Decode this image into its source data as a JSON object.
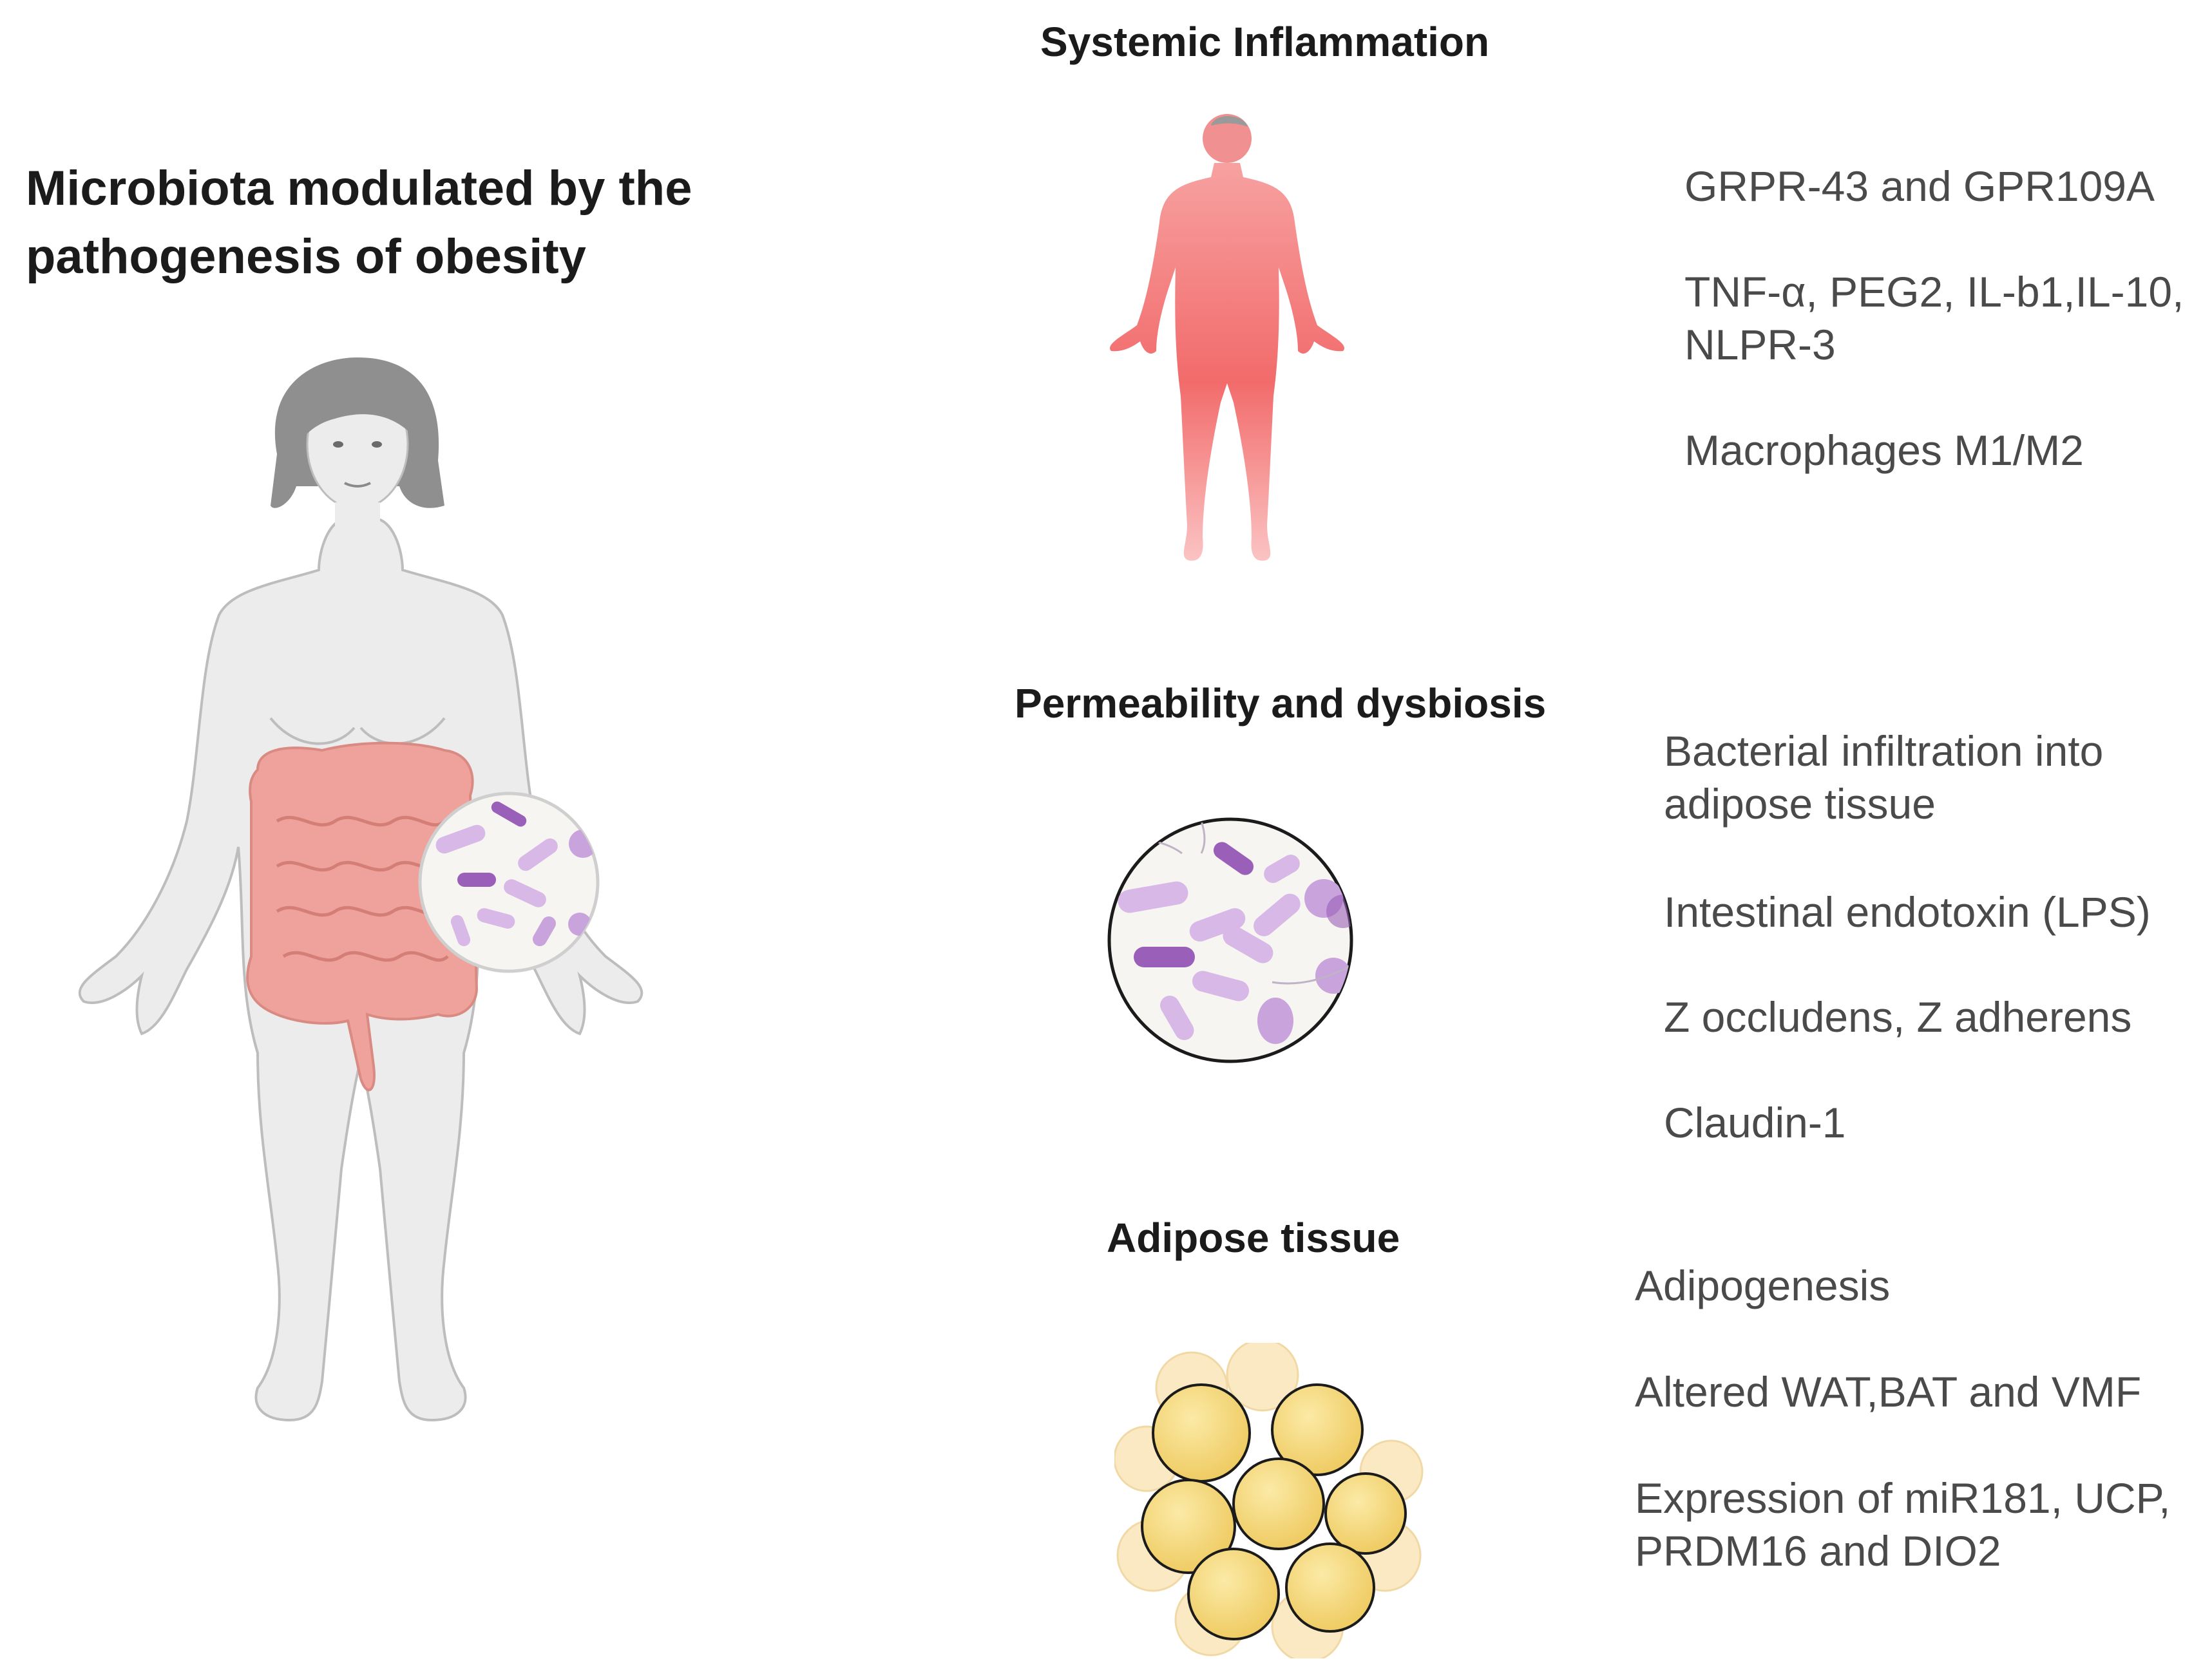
{
  "main_title": {
    "line1": "Microbiota modulated by the",
    "line2": "pathogenesis of obesity"
  },
  "sections": [
    {
      "title": "Systemic Inflammation",
      "items": [
        "GRPR-43 and GPR109A",
        "TNF-α, PEG2, IL-b1,IL-10, NLPR-3",
        "Macrophages M1/M2"
      ]
    },
    {
      "title": "Permeability and dysbiosis",
      "items": [
        "Bacterial infiltration into adipose tissue",
        "Intestinal endotoxin (LPS)",
        "Z occludens, Z adherens",
        "Claudin-1"
      ]
    },
    {
      "title": "Adipose tissue",
      "items": [
        "Adipogenesis",
        "Altered WAT,BAT and VMF",
        "Expression of miR181, UCP, PRDM16 and DIO2"
      ]
    }
  ],
  "colors": {
    "skin": "#ececec",
    "outline": "#bdbdbd",
    "hair": "#8f8f8f",
    "intestine": "#eea29b",
    "inflammation": "#f26b6b",
    "bacteria": "#c9a3dc",
    "bacteria_dark": "#9a5fb8",
    "fat_cell": "#f5d97e",
    "fat_light": "#fbe9c4"
  }
}
